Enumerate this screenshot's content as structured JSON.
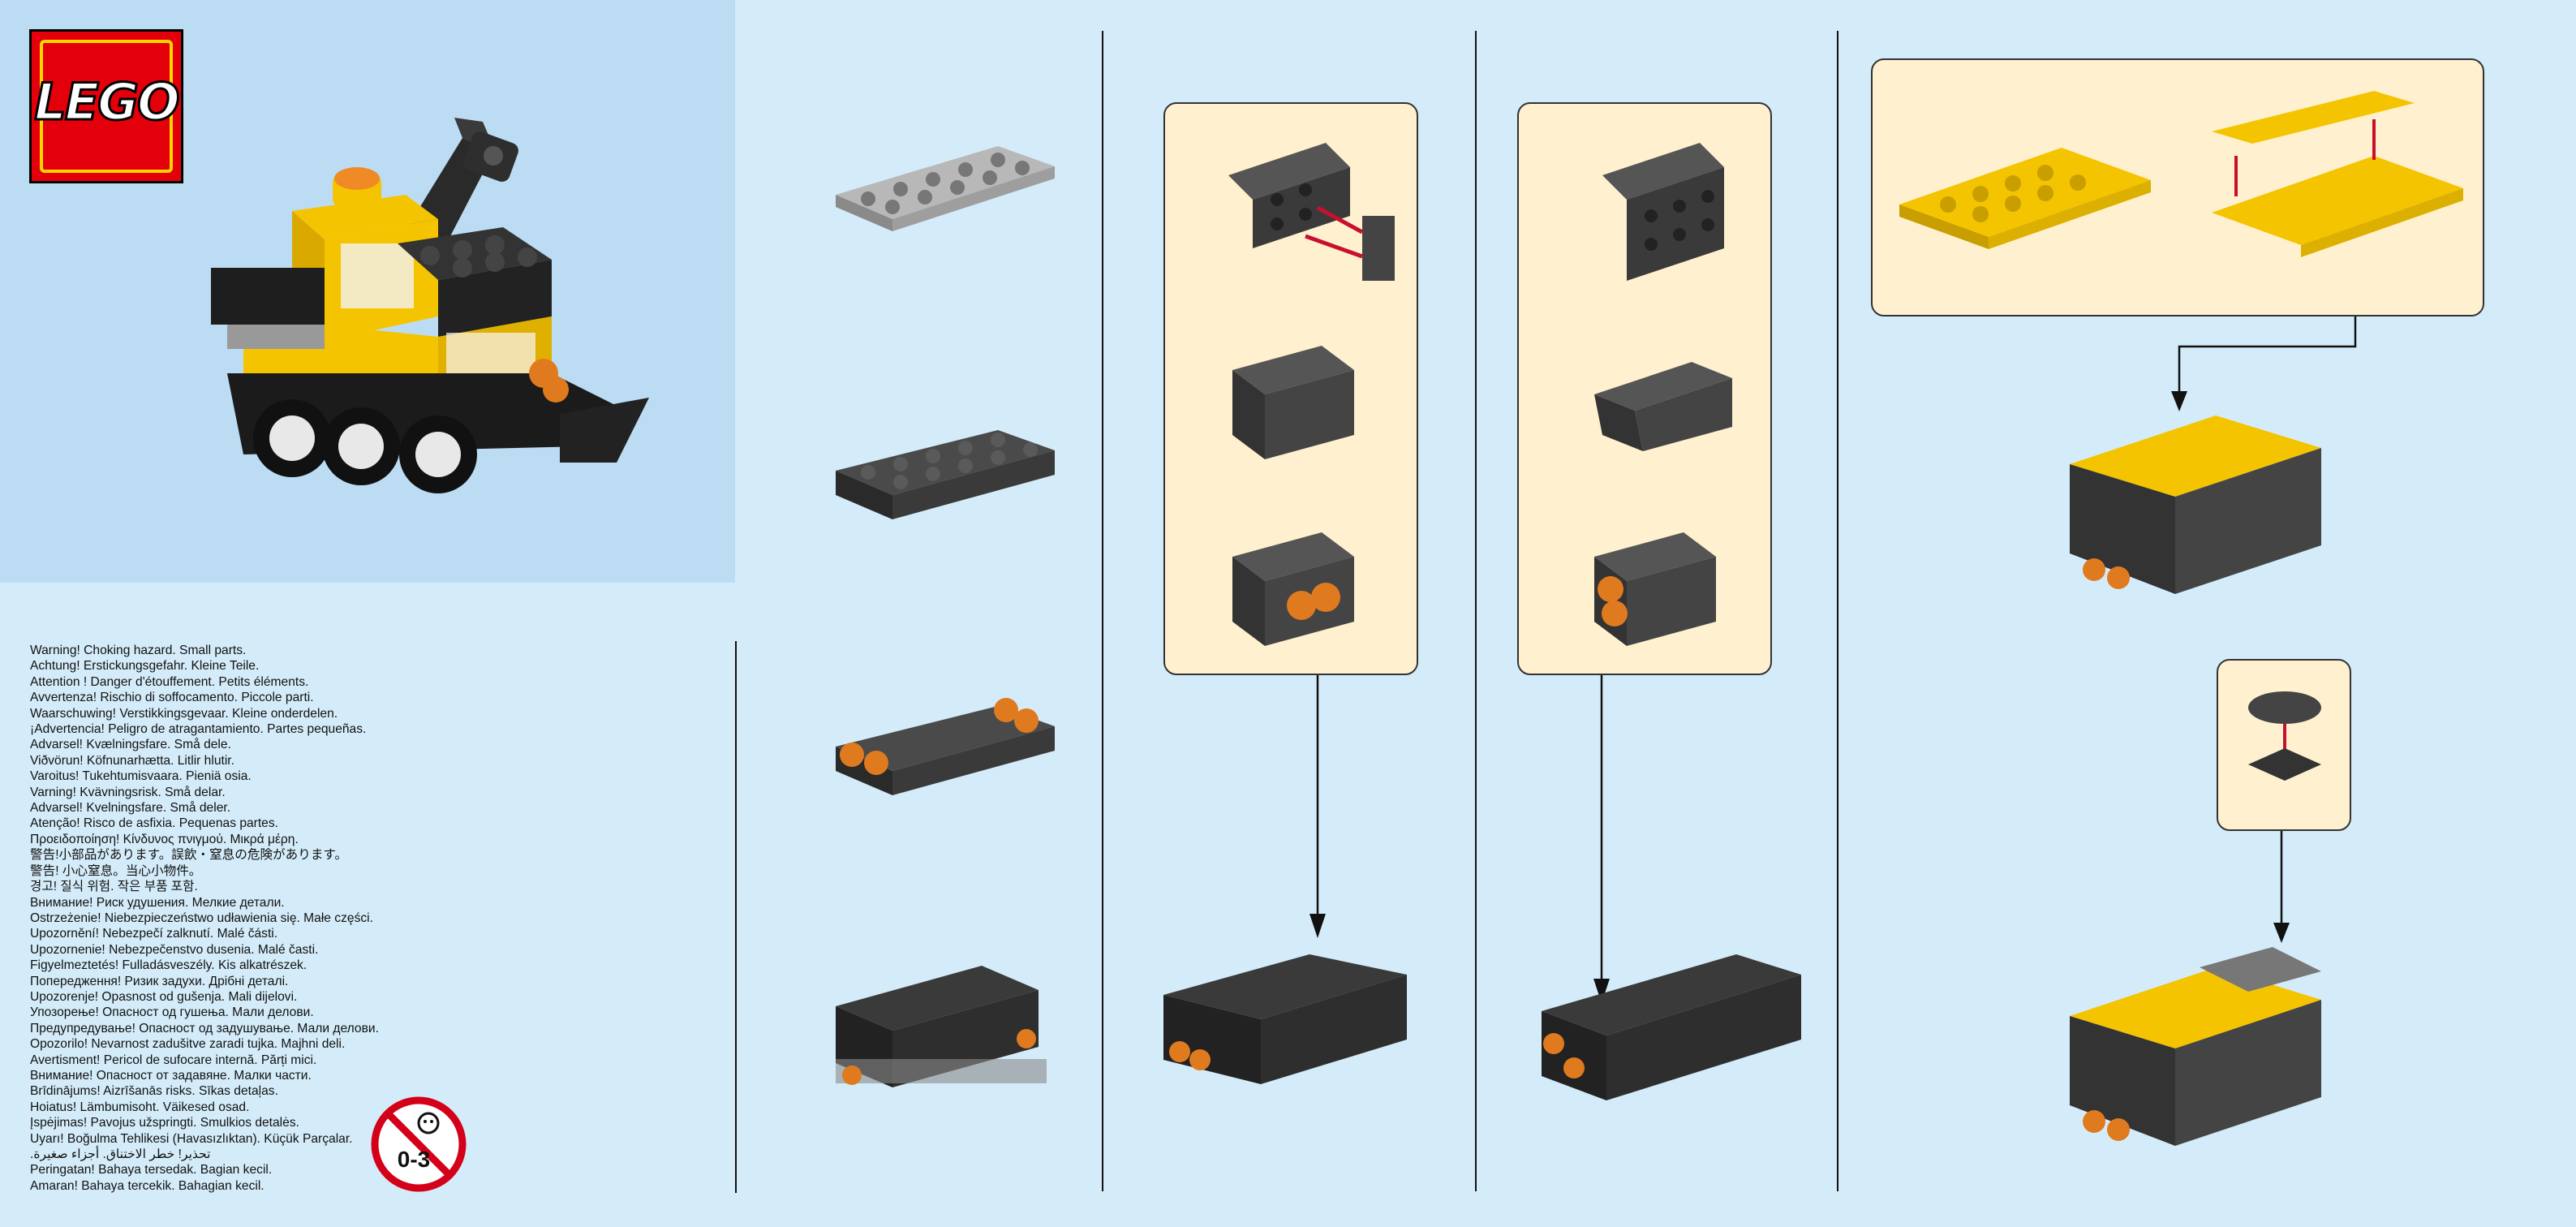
{
  "brand": {
    "logo_text": "LEGO"
  },
  "age_badge": {
    "text": "0-3"
  },
  "warnings": [
    "Warning! Choking hazard. Small parts.",
    "Achtung! Erstickungsgefahr. Kleine Teile.",
    "Attention ! Danger d'étouffement. Petits éléments.",
    "Avvertenza! Rischio di soffocamento. Piccole parti.",
    "Waarschuwing! Verstikkingsgevaar. Kleine onderdelen.",
    "¡Advertencia! Peligro de atragantamiento. Partes pequeñas.",
    "Advarsel! Kvælningsfare. Små dele.",
    "Viðvörun! Köfnunarhætta. Litlir hlutir.",
    "Varoitus! Tukehtumisvaara. Pieniä osia.",
    "Varning! Kvävningsrisk. Små delar.",
    "Advarsel! Kvelningsfare. Små deler.",
    "Atenção! Risco de asfixia. Pequenas partes.",
    "Προειδοποίηση! Κίνδυνος πνιγμού. Μικρά μέρη.",
    "警告!小部品があります。誤飲・窒息の危険があります。",
    "警告! 小心窒息。当心小物件。",
    "경고! 질식 위험. 작은 부품 포함.",
    "Внимание! Риск удушения. Мелкие детали.",
    "Ostrzeżenie! Niebezpieczeństwo udławienia się. Małe części.",
    "Upozornění! Nebezpečí zalknutí. Malé části.",
    "Upozornenie! Nebezpečenstvo dusenia. Malé časti.",
    "Figyelmeztetés! Fulladásveszély. Kis alkatrészek.",
    "Попередження! Ризик задухи. Дрібні деталі.",
    "Upozorenje! Opasnost od gušenja. Mali dijelovi.",
    "Упозорење! Опасност од гушења. Мали делови.",
    "Предупредување! Опасност од задушување. Мали делови.",
    "Opozorilo! Nevarnost zadušitve zaradi tujka. Majhni deli.",
    "Avertisment! Pericol de sufocare internă. Părți mici.",
    "Внимание! Опасност от задавяне. Малки части.",
    "Brīdinājums! Aizrīšanās risks. Sīkas detaļas.",
    "Hoiatus! Lämbumisoht. Väikesed osad.",
    "Įspėjimas! Pavojus užspringti. Smulkios detalės.",
    "Uyarı! Boğulma Tehlikesi (Havasızlıktan). Küçük Parçalar.",
    "تحذير! خطر الاختناق. أجزاء صغيرة.",
    "Peringatan! Bahaya tersedak. Bagian kecil.",
    "Amaran! Bahaya tercekik. Bahagian kecil."
  ],
  "colors": {
    "background": "#d4ecf9",
    "hero_background": "#bcdcf4",
    "panel": "#fff0d0",
    "lego_red": "#e3000b",
    "brick_yellow": "#f5c400",
    "brick_dark": "#3a3a3a",
    "brick_orange": "#e07a1f",
    "arrow_red": "#c8102e"
  },
  "icons": [
    "lego-logo",
    "no-under-3-icon",
    "crane-truck-model",
    "step-arrow"
  ]
}
